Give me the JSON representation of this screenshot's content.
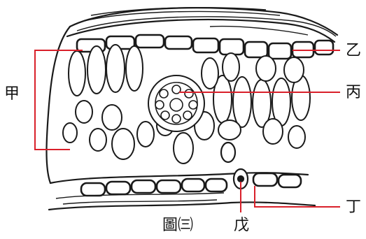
{
  "figure": {
    "caption": "圖㈢",
    "labels": {
      "jia": "甲",
      "yi": "乙",
      "bing": "丙",
      "ding": "丁",
      "wu": "戊"
    }
  },
  "colors": {
    "outline": "#1a1a1a",
    "leader_line": "#d9202a",
    "background": "#ffffff"
  }
}
